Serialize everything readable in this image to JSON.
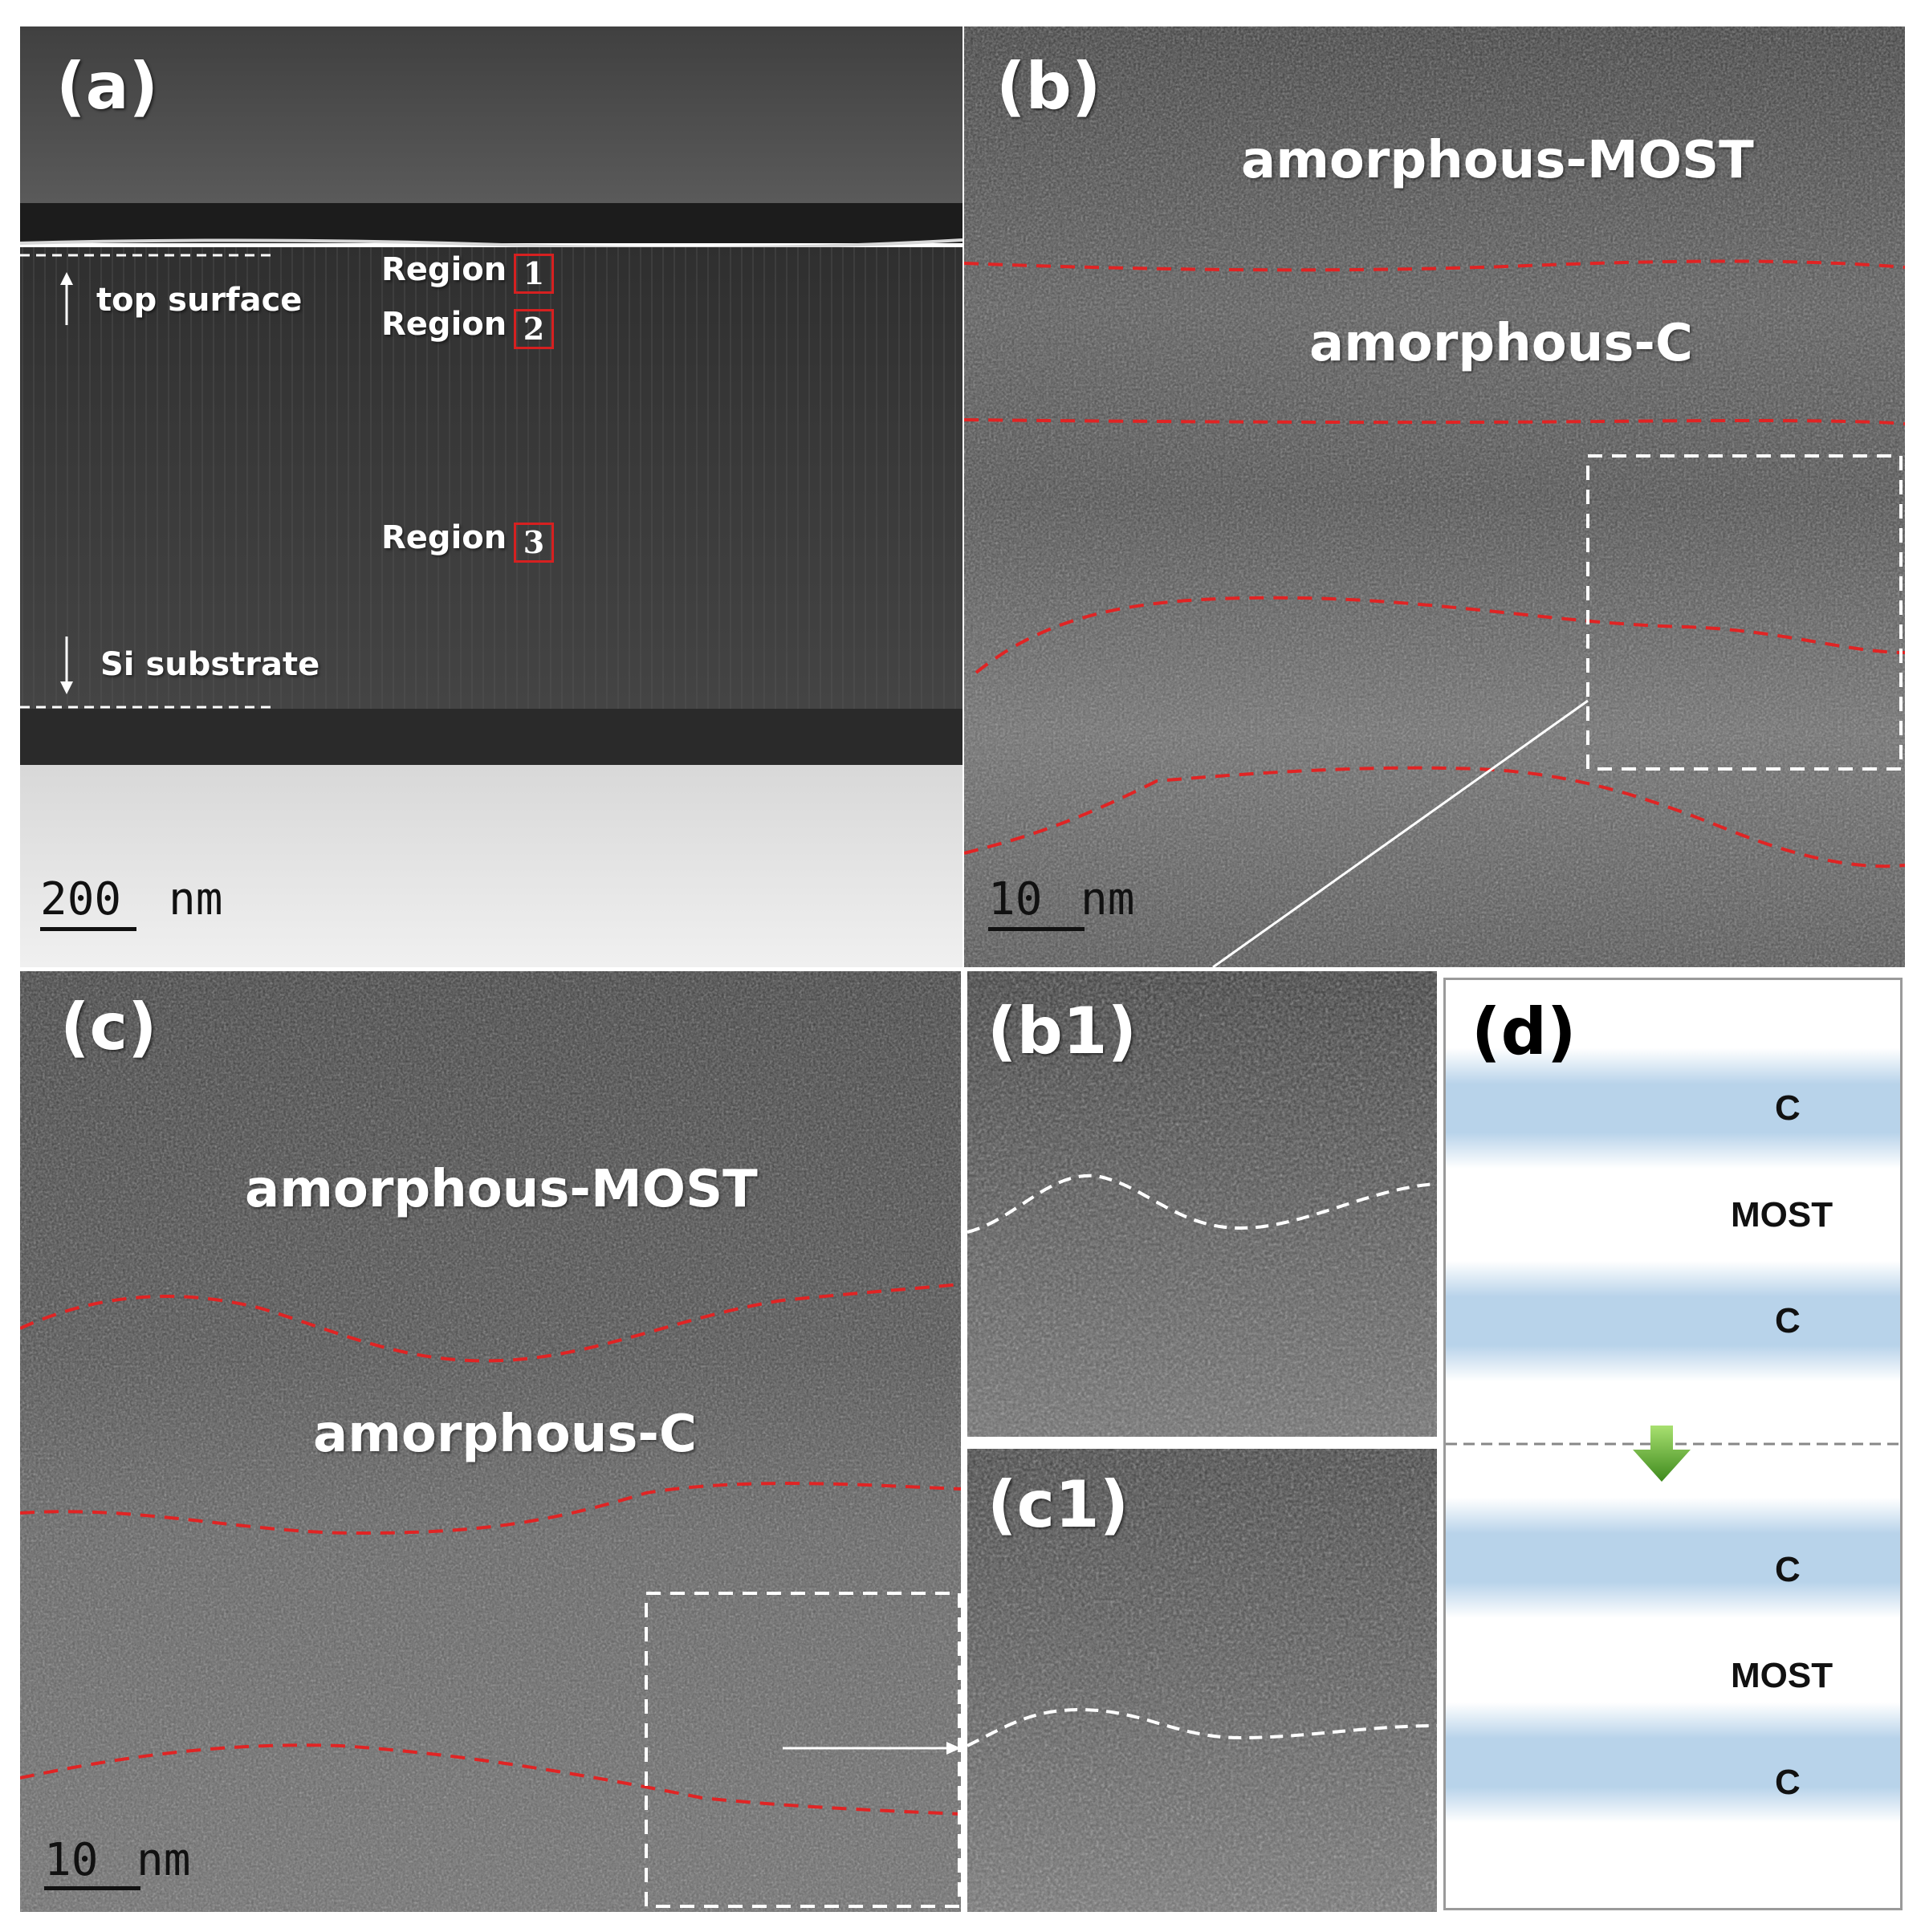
{
  "panels": {
    "a": {
      "label": "(a)",
      "top_surface": "top surface",
      "si_substrate": "Si substrate",
      "region_word": "Region",
      "regions": [
        "1",
        "2",
        "3"
      ],
      "scale_value": "200",
      "scale_unit": "nm"
    },
    "b": {
      "label": "(b)",
      "layer_top": "amorphous-MOST",
      "layer_mid": "amorphous-C",
      "scale_value": "10",
      "scale_unit": "nm"
    },
    "c": {
      "label": "(c)",
      "layer_top": "amorphous-MOST",
      "layer_mid": "amorphous-C",
      "scale_value": "10",
      "scale_unit": "nm"
    },
    "b1": {
      "label": "(b1)"
    },
    "c1": {
      "label": "(c1)"
    },
    "d": {
      "label": "(d)",
      "top_stack": [
        "C",
        "MOST",
        "C"
      ],
      "bottom_stack": [
        "C",
        "MOST",
        "C"
      ],
      "band_color": "#b8d3ea",
      "arrow_color": "#5aa02c"
    }
  },
  "colors": {
    "boundary_red": "#e02424",
    "dash_white": "#ffffff"
  }
}
